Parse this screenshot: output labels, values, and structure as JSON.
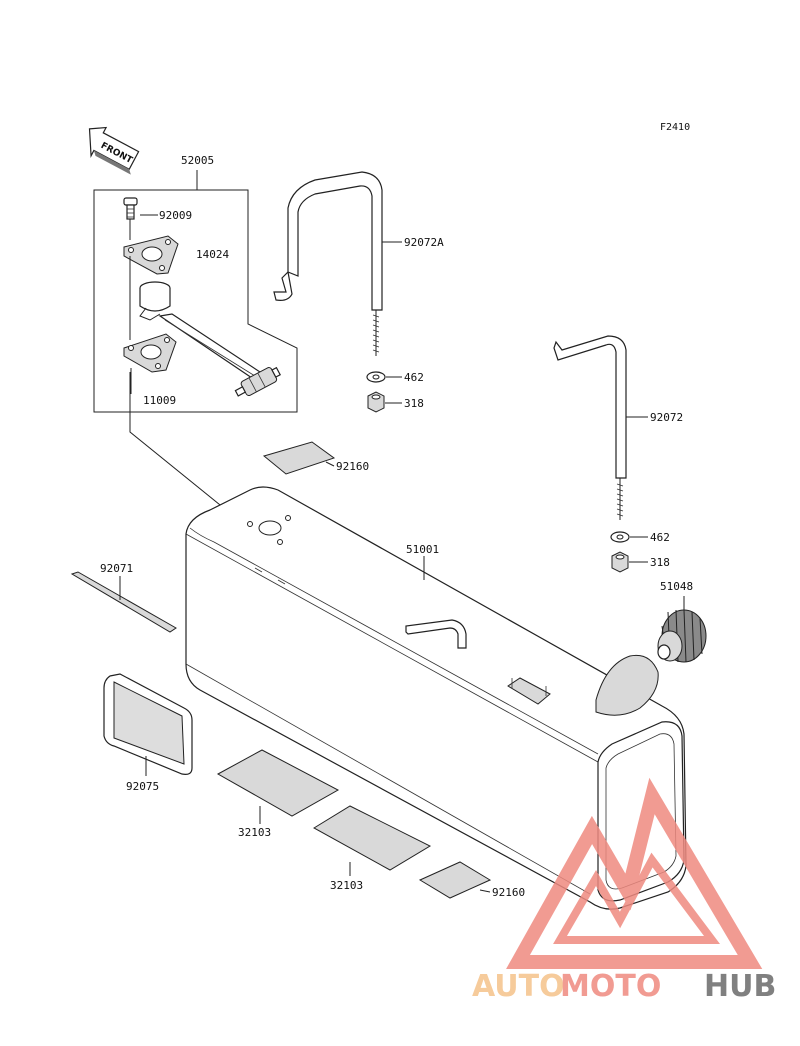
{
  "figure_code": "F2410",
  "front_label": "FRONT",
  "parts": [
    {
      "id": "52005"
    },
    {
      "id": "92009"
    },
    {
      "id": "14024"
    },
    {
      "id": "11009"
    },
    {
      "id": "92072A"
    },
    {
      "id": "462"
    },
    {
      "id": "318"
    },
    {
      "id": "92160"
    },
    {
      "id": "92072"
    },
    {
      "id": "462"
    },
    {
      "id": "318"
    },
    {
      "id": "51001"
    },
    {
      "id": "51048"
    },
    {
      "id": "92071"
    },
    {
      "id": "92075"
    },
    {
      "id": "32103"
    },
    {
      "id": "32103"
    },
    {
      "id": "92160"
    }
  ],
  "watermark": {
    "brand_part1": "AUTO",
    "brand_part2": "MOTO",
    "brand_part3": "HUB",
    "color1": "#f5c28a",
    "color2": "#ef8a80",
    "color3": "#6b6b6b"
  }
}
